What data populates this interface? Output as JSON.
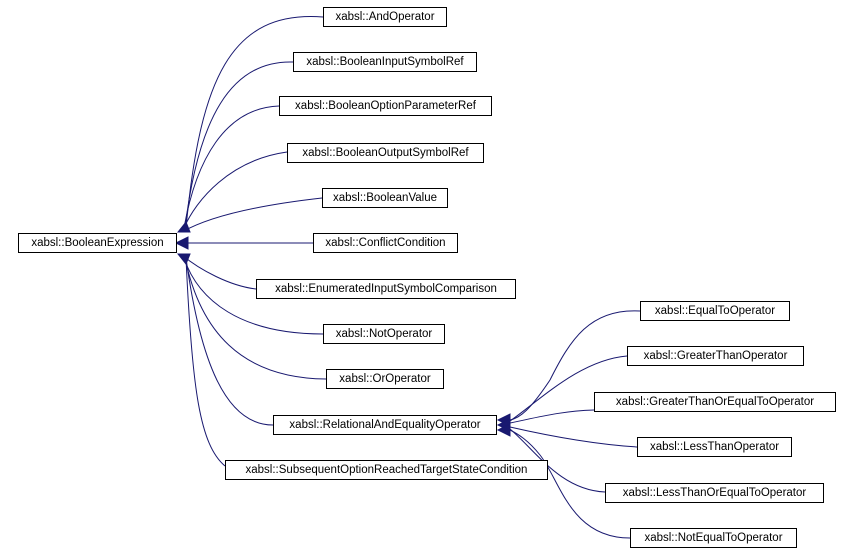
{
  "colors": {
    "edge": "#191970",
    "node_border": "#000000",
    "node_fill": "#ffffff"
  },
  "nodes": {
    "root": "xabsl::BooleanExpression",
    "and_operator": "xabsl::AndOperator",
    "boolean_input_symbol_ref": "xabsl::BooleanInputSymbolRef",
    "boolean_option_parameter_ref": "xabsl::BooleanOptionParameterRef",
    "boolean_output_symbol_ref": "xabsl::BooleanOutputSymbolRef",
    "boolean_value": "xabsl::BooleanValue",
    "conflict_condition": "xabsl::ConflictCondition",
    "enumerated_input_symbol_comparison": "xabsl::EnumeratedInputSymbolComparison",
    "not_operator": "xabsl::NotOperator",
    "or_operator": "xabsl::OrOperator",
    "relational_and_equality_operator": "xabsl::RelationalAndEqualityOperator",
    "subsequent_option_reached_target_state_condition": "xabsl::SubsequentOptionReachedTargetStateCondition",
    "equal_to_operator": "xabsl::EqualToOperator",
    "greater_than_operator": "xabsl::GreaterThanOperator",
    "greater_than_or_equal_to_operator": "xabsl::GreaterThanOrEqualToOperator",
    "less_than_operator": "xabsl::LessThanOperator",
    "less_than_or_equal_to_operator": "xabsl::LessThanOrEqualToOperator",
    "not_equal_to_operator": "xabsl::NotEqualToOperator"
  },
  "edges": [
    {
      "from": "and_operator",
      "to": "root"
    },
    {
      "from": "boolean_input_symbol_ref",
      "to": "root"
    },
    {
      "from": "boolean_option_parameter_ref",
      "to": "root"
    },
    {
      "from": "boolean_output_symbol_ref",
      "to": "root"
    },
    {
      "from": "boolean_value",
      "to": "root"
    },
    {
      "from": "conflict_condition",
      "to": "root"
    },
    {
      "from": "enumerated_input_symbol_comparison",
      "to": "root"
    },
    {
      "from": "not_operator",
      "to": "root"
    },
    {
      "from": "or_operator",
      "to": "root"
    },
    {
      "from": "relational_and_equality_operator",
      "to": "root"
    },
    {
      "from": "subsequent_option_reached_target_state_condition",
      "to": "root"
    },
    {
      "from": "equal_to_operator",
      "to": "relational_and_equality_operator"
    },
    {
      "from": "greater_than_operator",
      "to": "relational_and_equality_operator"
    },
    {
      "from": "greater_than_or_equal_to_operator",
      "to": "relational_and_equality_operator"
    },
    {
      "from": "less_than_operator",
      "to": "relational_and_equality_operator"
    },
    {
      "from": "less_than_or_equal_to_operator",
      "to": "relational_and_equality_operator"
    },
    {
      "from": "not_equal_to_operator",
      "to": "relational_and_equality_operator"
    }
  ]
}
